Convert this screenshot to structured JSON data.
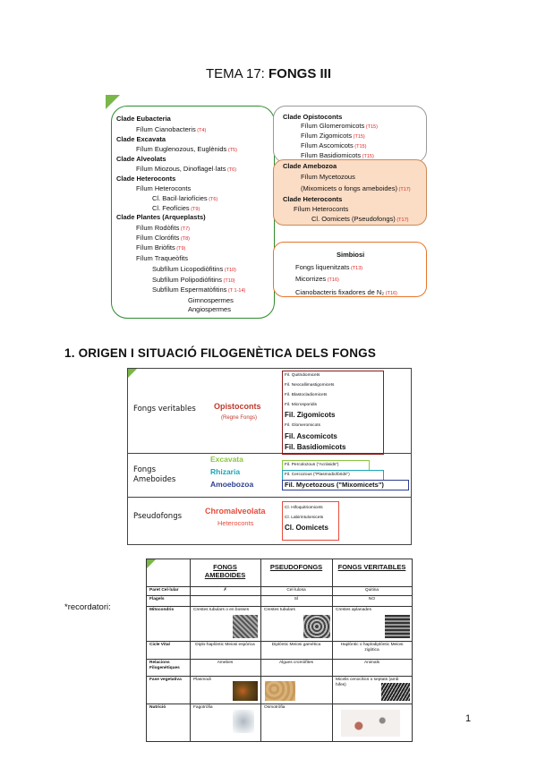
{
  "title": {
    "prefix": "TEMA 17: ",
    "bold": "FONGS III"
  },
  "taxonomy": {
    "left": [
      {
        "t": "Clade Eubacteria",
        "b": true
      },
      {
        "t": "Fílum Cianobacteris",
        "ref": "(T4)"
      },
      {
        "t": "Clade Excavata",
        "b": true
      },
      {
        "t": "Fílum Euglenozous, Euglènids",
        "ref": "(T5)"
      },
      {
        "t": "Clade Alveolats",
        "b": true
      },
      {
        "t": "Fílum Miozous, Dinoflagel·lats",
        "ref": "(T6)"
      },
      {
        "t": "Clade Heteroconts",
        "b": true
      },
      {
        "t": "Fílum Heteroconts"
      },
      {
        "t": "Cl. Bacil·lariofícies",
        "ref": "(T6)"
      },
      {
        "t": "Cl. Feofícies",
        "ref": "(T9)"
      },
      {
        "t": "Clade Plantes (Arqueplasts)",
        "b": true
      },
      {
        "t": "Fílum Rodòfits",
        "ref": "(T7)"
      },
      {
        "t": "Fílum Clorófits",
        "ref": "(T8)"
      },
      {
        "t": "Fílum Briòfits",
        "ref": "(T9)"
      },
      {
        "t": "Fílum Traqueòfits"
      },
      {
        "t": "Subfílum Licopodiòfitins",
        "ref": "(T10)"
      },
      {
        "t": "Subfílum Polipodiòfitins",
        "ref": "(T10)"
      },
      {
        "t": "Subfílum Espermatòfitins",
        "ref": "(T 1-14)"
      },
      {
        "t": "Gimnospermes"
      },
      {
        "t": "Angiospermes"
      }
    ],
    "right_top": [
      {
        "t": "Clade Opistoconts",
        "b": true
      },
      {
        "t": "Fílum Glomeromicots",
        "ref": "(T15)"
      },
      {
        "t": "Fílum Zigomicots",
        "ref": "(T15)"
      },
      {
        "t": "Fílum Ascomicots",
        "ref": "(T15)"
      },
      {
        "t": "Fílum Basidiomicots",
        "ref": "(T15)"
      }
    ],
    "right_mid": [
      {
        "t": "Clade Amebozoa",
        "b": true
      },
      {
        "t": "Fílum Mycetozous"
      },
      {
        "t": "(Mixomicets o fongs ameboides)",
        "ref": "(T17)"
      },
      {
        "t": "Clade Heteroconts",
        "b": true
      },
      {
        "t": "Fílum Heteroconts"
      },
      {
        "t": "Cl. Oomicets (Pseudofongs)",
        "ref": "(T17)"
      }
    ],
    "simbiosi": {
      "title": "Simbiosi",
      "items": [
        {
          "t": "Fongs liquenitzats",
          "ref": "(T13)"
        },
        {
          "t": "Micorrizes",
          "ref": "(T16)"
        },
        {
          "t": "Cianobacteris fixadores de N₂",
          "ref": "(T16)"
        }
      ]
    }
  },
  "section1": {
    "heading": "1. ORIGEN I SITUACIÓ FILOGENÈTICA DELS FONGS"
  },
  "phylo": {
    "rows": [
      {
        "label": "Fongs veritables",
        "clade": "Opistoconts",
        "clade_sub": "(Regne Fongs)",
        "taxa": [
          "Fil. Quitridiomicets",
          "Fil. Neocallimastigomicets",
          "Fil. Blastocladiomicets",
          "Fil. Microsporidis",
          "Fil. Zigomicots",
          "Fil. Glomeromicots",
          "Fil. Ascomicots",
          "Fil. Basidiomicots"
        ]
      },
      {
        "label": "Fongs Ameboides",
        "clades": [
          "Excavata",
          "Rhizaria",
          "Amoebozoa"
        ],
        "taxa": [
          "Fil. Percolozous (\"Acràsids\")",
          "Fil. Cercozous (\"Plasmodiofòrids\")",
          "Fil. Mycetozous (\"Mixomicets\")"
        ]
      },
      {
        "label": "Pseudofongs",
        "clade": "Chromalveolata",
        "clade_sub": "Heteroconts",
        "taxa": [
          "Cl. Hifoquitriomicets",
          "Cl. Labirintulomicets",
          "Cl. Oomicets"
        ]
      }
    ]
  },
  "recordatori": {
    "label": "*recordatori:",
    "headers": [
      "FONGS AMEBOIDES",
      "PSEUDOFONGS",
      "FONGS VERITABLES"
    ],
    "rows": [
      {
        "name": "Paret Cel·lular",
        "cells": [
          "✗",
          "Cel·lulosa",
          "Quitina"
        ]
      },
      {
        "name": "Flagels",
        "cells": [
          "",
          "SÍ",
          "NO"
        ]
      },
      {
        "name": "Mitocondris",
        "cells": [
          "Crestes tubulars o en bosses",
          "Crestes tubulars",
          "Crestes aplanades"
        ]
      },
      {
        "name": "Cicle Vital",
        "cells": [
          "Diplo-haplòntic Meiosi espòrica",
          "Diplòntic Meiosi gamètica",
          "Haplòntic o haplodiplòntic Meiosi zigòtica"
        ]
      },
      {
        "name": "Relacions Filogenètiques",
        "cells": [
          "Amebes",
          "Algues cromòfites",
          "Animals"
        ]
      },
      {
        "name": "Fase vegetativa",
        "cells": [
          "Plasmodi",
          "",
          "Micelis cenocítics o septats (amb hifes)"
        ]
      },
      {
        "name": "Nutrició",
        "cells": [
          "Fagotròfia",
          "Osmotròfia",
          ""
        ]
      }
    ]
  },
  "page_number": "1"
}
